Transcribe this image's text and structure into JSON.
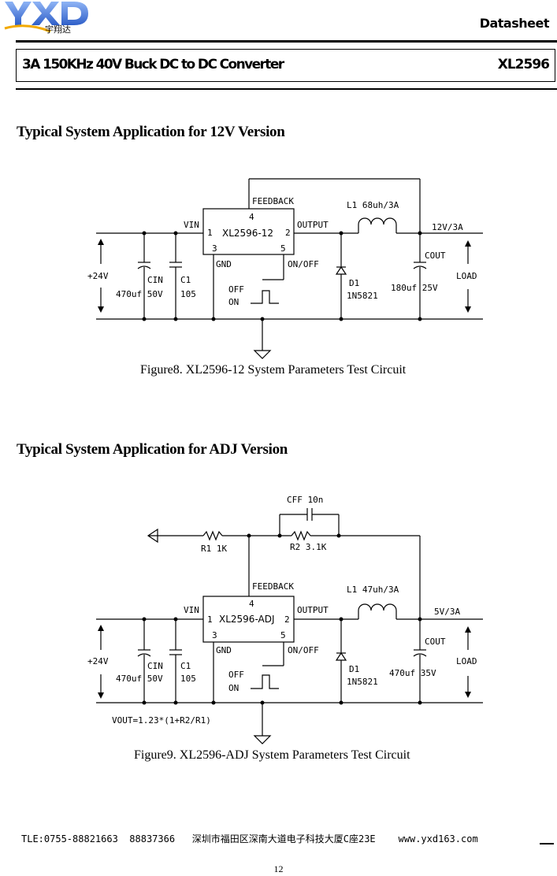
{
  "header": {
    "logo_text": "YXD",
    "logo_sub": "宇翔达",
    "doc_type": "Datasheet",
    "title": "3A 150KHz 40V Buck DC to DC Converter",
    "part": "XL2596"
  },
  "colors": {
    "logo_blue": "#3a6fd8",
    "logo_yellow": "#f2a900"
  },
  "section1": {
    "heading": "Typical System Application for 12V Version",
    "caption": "Figure8. XL2596-12 System Parameters Test Circuit",
    "labels": {
      "feedback": "FEEDBACK",
      "pin4": "4",
      "vin": "VIN",
      "pin1": "1",
      "ic": "XL2596-12",
      "pin2": "2",
      "output": "OUTPUT",
      "pin3": "3",
      "pin5": "5",
      "gnd": "GND",
      "onoff": "ON/OFF",
      "off": "OFF",
      "on": "ON",
      "l1": "L1 68uh/3A",
      "vout": "12V/3A",
      "cout": "COUT",
      "cout_val": "180uf 25V",
      "d1": "D1",
      "diode": "1N5821",
      "load": "LOAD",
      "vin_v": "+24V",
      "cin": "CIN",
      "cin_val": "470uf 50V",
      "c1": "C1",
      "c1_val": "105"
    }
  },
  "section2": {
    "heading": "Typical System Application for ADJ Version",
    "caption": "Figure9. XL2596-ADJ System Parameters Test Circuit",
    "labels": {
      "cff": "CFF 10n",
      "r1": "R1 1K",
      "r2": "R2 3.1K",
      "feedback": "FEEDBACK",
      "pin4": "4",
      "vin": "VIN",
      "pin1": "1",
      "ic": "XL2596-ADJ",
      "pin2": "2",
      "output": "OUTPUT",
      "pin3": "3",
      "pin5": "5",
      "gnd": "GND",
      "onoff": "ON/OFF",
      "off": "OFF",
      "on": "ON",
      "l1": "L1 47uh/3A",
      "vout": "5V/3A",
      "cout": "COUT",
      "cout_val": "470uf 35V",
      "d1": "D1",
      "diode": "1N5821",
      "load": "LOAD",
      "vin_v": "+24V",
      "cin": "CIN",
      "cin_val": "470uf 50V",
      "c1": "C1",
      "c1_val": "105",
      "formula": "VOUT=1.23*(1+R2/R1)"
    }
  },
  "footer": {
    "contact": "TLE:0755-88821663  88837366   深圳市福田区深南大道电子科技大厦C座23E    www.yxd163.com",
    "page": "12"
  }
}
